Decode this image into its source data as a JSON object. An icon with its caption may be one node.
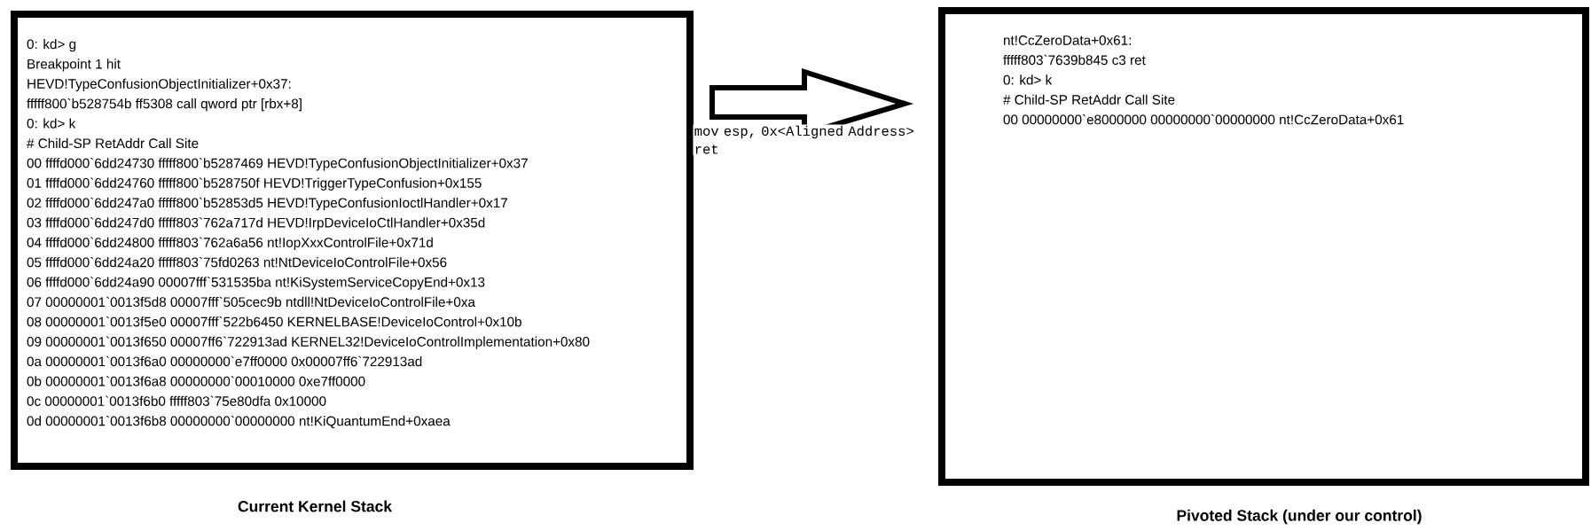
{
  "diagram": {
    "nodes": [
      {
        "text": [
          "0: kd> g",
          "Breakpoint 1 hit",
          "HEVD!TypeConfusionObjectInitializer+0x37:",
          "fffff800`b528754b ff5308 call qword ptr [rbx+8]",
          "0: kd> k",
          "# Child-SP RetAddr Call Site",
          "00 ffffd000`6dd24730 fffff800`b5287469 HEVD!TypeConfusionObjectInitializer+0x37",
          "01 ffffd000`6dd24760 fffff800`b528750f HEVD!TriggerTypeConfusion+0x155",
          "02 ffffd000`6dd247a0 fffff800`b52853d5 HEVD!TypeConfusionIoctlHandler+0x17",
          "03 ffffd000`6dd247d0 fffff803`762a717d HEVD!IrpDeviceIoCtlHandler+0x35d",
          "04 ffffd000`6dd24800 fffff803`762a6a56 nt!IopXxxControlFile+0x71d",
          "05 ffffd000`6dd24a20 fffff803`75fd0263 nt!NtDeviceIoControlFile+0x56",
          "06 ffffd000`6dd24a90 00007fff`531535ba nt!KiSystemServiceCopyEnd+0x13",
          "07 00000001`0013f5d8 00007fff`505cec9b ntdll!NtDeviceIoControlFile+0xa",
          "08 00000001`0013f5e0 00007fff`522b6450 KERNELBASE!DeviceIoControl+0x10b",
          "09 00000001`0013f650 00007ff6`722913ad KERNEL32!DeviceIoControlImplementation+0x80",
          "0a 00000001`0013f6a0 00000000`e7ff0000 0x00007ff6`722913ad",
          "0b 00000001`0013f6a8 00000000`00010000 0xe7ff0000",
          "0c 00000001`0013f6b0 fffff803`75e80dfa 0x10000",
          "0d 00000001`0013f6b8 00000000`00000000 nt!KiQuantumEnd+0xaea"
        ],
        "beside": [
          "Current Kernel Stack"
        ]
      },
      {
        "text": [
          "nt!CcZeroData+0x61:",
          "fffff803`7639b845 c3 ret",
          "0: kd> k",
          "# Child-SP RetAddr Call Site",
          "00 00000000`e8000000 00000000`00000000 nt!CcZeroData+0x61"
        ],
        "beside": [
          "Pivoted Stack (under our control)"
        ]
      }
    ],
    "edges": [
      {
        "from": 0,
        "to": 1,
        "arrow": "to",
        "label": "mov esp, 0x<Aligned Address> ret"
      }
    ]
  }
}
